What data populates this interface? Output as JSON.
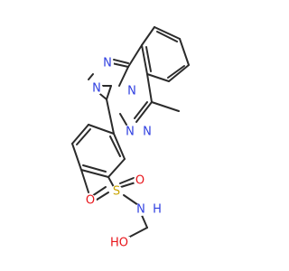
{
  "molecule": {
    "labels": {
      "n1": "N",
      "n2": "N",
      "n3": "N",
      "n4": "N",
      "n5": "N",
      "s": "S",
      "o1": "O",
      "o2": "O",
      "nh": "N",
      "h": "H",
      "oh": "HO"
    },
    "colors": {
      "bond": "#2b2b2b",
      "nitrogen": "#2f3fe0",
      "oxygen": "#e8151b",
      "sulfur": "#c9a400"
    }
  }
}
